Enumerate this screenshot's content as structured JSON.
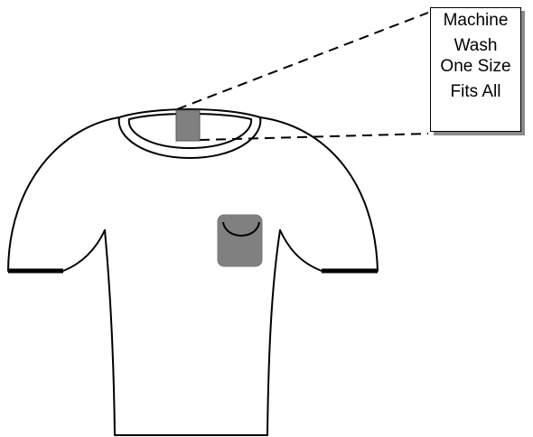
{
  "label": {
    "lines": [
      "Machine",
      "Wash",
      "One Size",
      "Fits All"
    ]
  },
  "colors": {
    "outline": "#000000",
    "tag_fill": "#808080",
    "pocket_fill": "#808080",
    "shadow": "#8a8a8a"
  },
  "icons": {
    "garment": "t-shirt-outline",
    "neck_tag": "care-tag",
    "pocket": "chest-pocket"
  }
}
